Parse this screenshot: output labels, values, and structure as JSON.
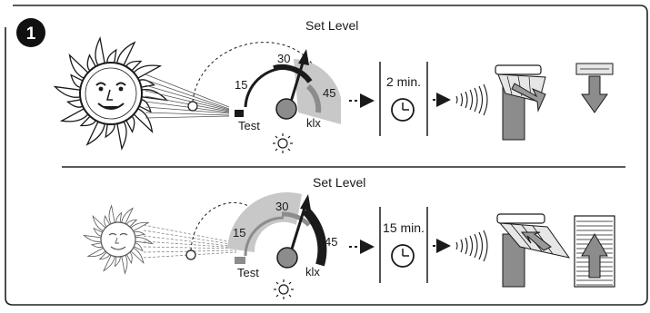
{
  "figure": {
    "step_number": "1"
  },
  "row_bright": {
    "set_level_label": "Set Level",
    "scale": {
      "min": "15",
      "mid": "30",
      "max": "45"
    },
    "test_label": "Test",
    "unit_label": "klx",
    "delay_label": "2 min."
  },
  "row_dim": {
    "set_level_label": "Set Level",
    "scale": {
      "min": "15",
      "mid": "30",
      "max": "45"
    },
    "test_label": "Test",
    "unit_label": "klx",
    "delay_label": "15 min."
  },
  "icons": {
    "sun": "sun-face-icon",
    "light_sensor": "sun-symbol-icon",
    "timer": "clock-icon",
    "radio_signal": "radio-waves-icon",
    "awning": "awning-icon",
    "shutter": "roller-shutter-icon",
    "arrow_down": "arrow-down-icon",
    "arrow_up": "arrow-up-icon"
  },
  "colors": {
    "ink": "#1a1a1a",
    "gauge_shade": "#c8c8c8",
    "gauge_mid": "#8c8c8c",
    "frame": "#222222"
  }
}
